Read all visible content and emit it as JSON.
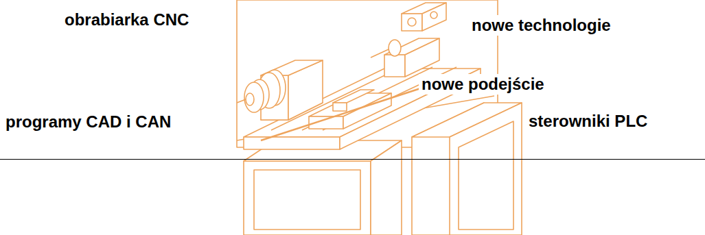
{
  "diagram": {
    "labels": [
      "obrabiarka CNC",
      "nowe technologie",
      "nowe podejście",
      "programy CAD i CAN",
      "sterowniki PLC"
    ]
  }
}
